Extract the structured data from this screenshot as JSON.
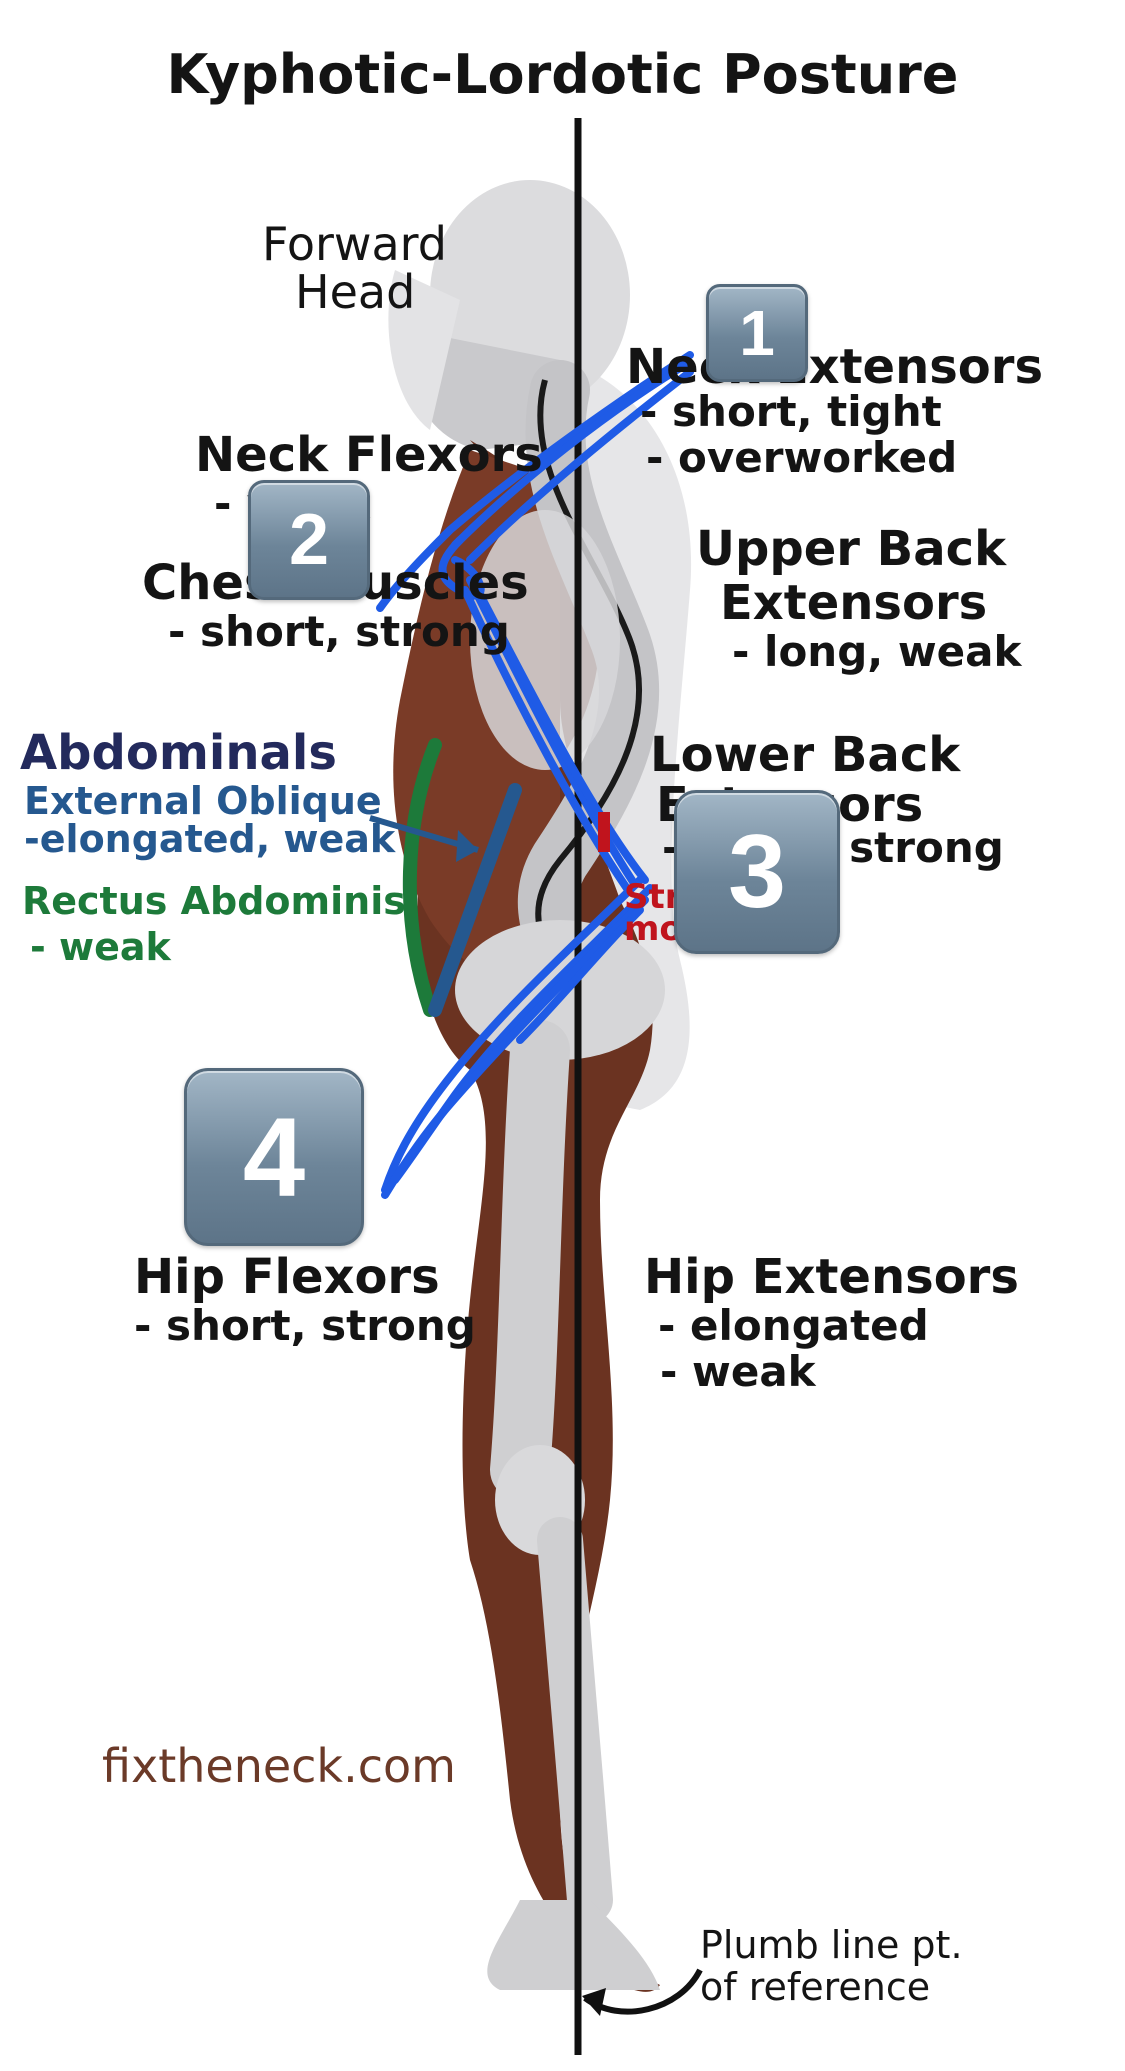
{
  "title": "Kyphotic-Lordotic Posture",
  "labels": {
    "forward_head_1": "Forward",
    "forward_head_2": "Head",
    "neck_extensors": "Neck Extensors",
    "neck_extensors_note1": "- short, tight",
    "neck_extensors_note2": "- overworked",
    "neck_flexors": "Neck Flexors",
    "neck_flexors_note": "- weak",
    "chest_muscles": "Chest Muscles",
    "chest_muscles_note": "- short, strong",
    "upper_back_1": "Upper Back",
    "upper_back_2": "Extensors",
    "upper_back_note": "- long, weak",
    "abdominals": "Abdominals",
    "external_oblique": "External Oblique",
    "external_oblique_note": "-elongated, weak",
    "rectus_abdominis": "Rectus Abdominis",
    "rectus_abdominis_note": "- weak",
    "lower_back_1": "Lower Back",
    "lower_back_2": "Extensors",
    "lower_back_note": "- short, strong",
    "red_tag_1": "Str",
    "red_tag_2": "mo",
    "hip_flexors": "Hip Flexors",
    "hip_flexors_note": "- short, strong",
    "hip_extensors": "Hip Extensors",
    "hip_extensors_note1": "- elongated",
    "hip_extensors_note2": "- weak",
    "brand": "fixtheneck.com",
    "plumb_1": "Plumb line pt.",
    "plumb_2": "of reference"
  },
  "badges": [
    "1",
    "2",
    "3",
    "4"
  ],
  "colors": {
    "skin": "#6b3321",
    "bone": "#cfcfd1",
    "annotation_blue": "#1f5be6",
    "oblique_blue": "#25588f",
    "rectus_green": "#1d7a3a",
    "plumb_line": "#111111"
  }
}
